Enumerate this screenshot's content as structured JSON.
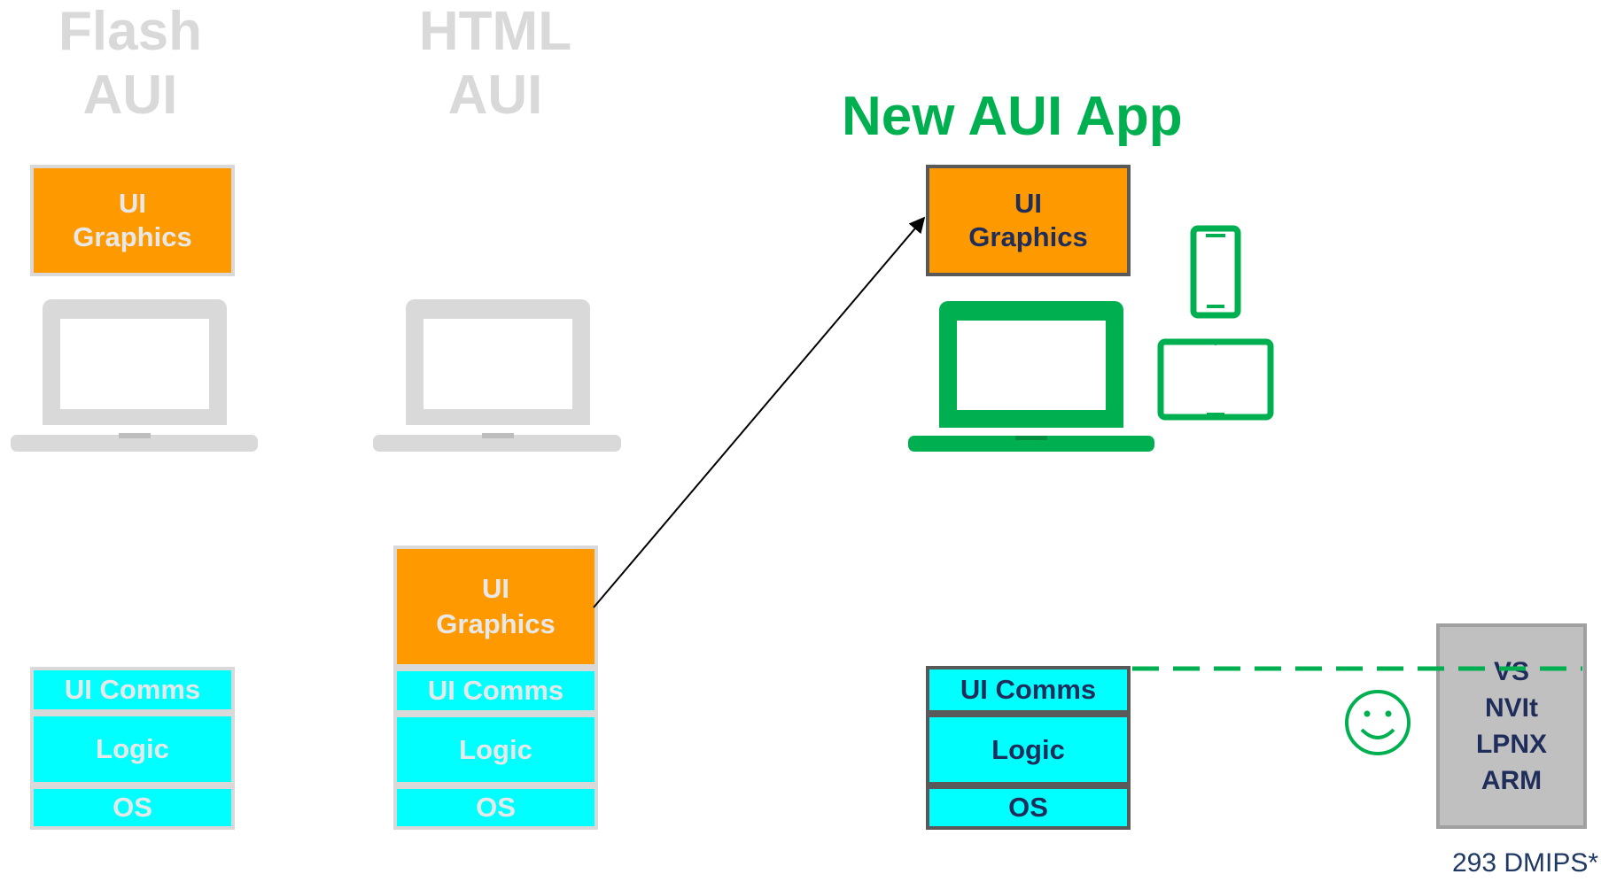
{
  "columns": {
    "flash_title": "Flash\nAUI",
    "html_title": "HTML\nAUI",
    "new_title": "New AUI App"
  },
  "blocks": {
    "ui_graphics": "UI\nGraphics",
    "ui_comms": "UI Comms",
    "logic": "Logic",
    "os": "OS"
  },
  "processor": {
    "lines": "VS\nNVIt\nLPNX\nARM",
    "spec": "293 DMIPS*"
  },
  "colors": {
    "orange": "#ff9900",
    "cyan": "#00ffff",
    "green": "#00b050",
    "faded_gray": "#d9d9d9",
    "dark_navy": "#1f2d5a"
  },
  "icons": [
    "laptop-icon",
    "phone-icon",
    "tablet-icon",
    "smiley-icon",
    "arrow"
  ]
}
